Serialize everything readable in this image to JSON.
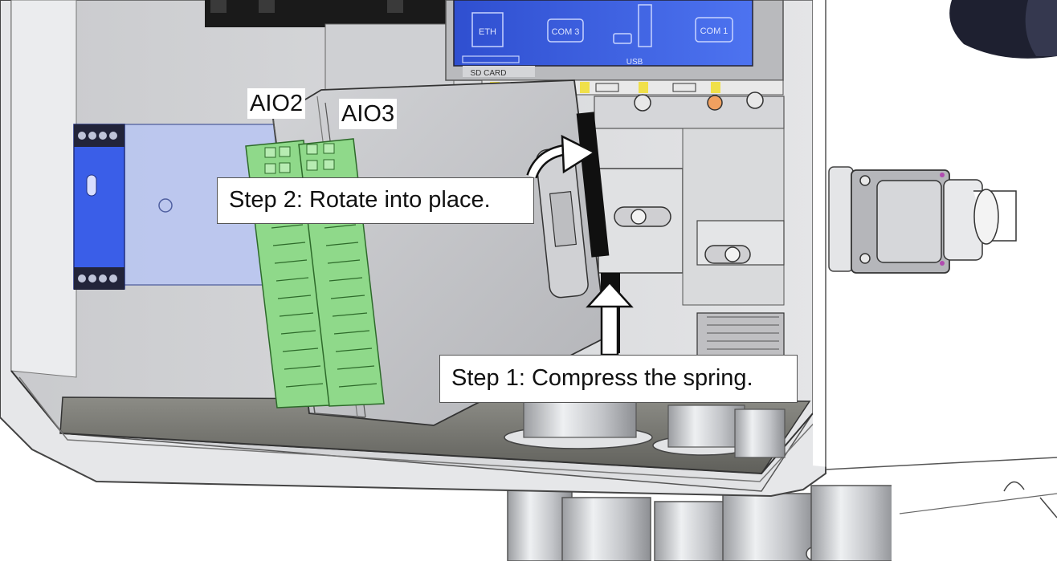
{
  "modules": {
    "aio2": "AIO2",
    "aio3": "AIO3"
  },
  "board": {
    "eth": "ETH",
    "com3": "COM 3",
    "com1": "COM 1",
    "usb": "USB",
    "sd_card": "SD CARD"
  },
  "steps": {
    "step2": "Step 2: Rotate into place.",
    "step1": "Step 1: Compress the spring."
  },
  "colors": {
    "enclosure": "#d9dadc",
    "terminal_green": "#8fd98a",
    "relay_blue": "#3a5ee8",
    "board_blue": "#3d63e0",
    "yellow_pins": "#f0e04a"
  }
}
